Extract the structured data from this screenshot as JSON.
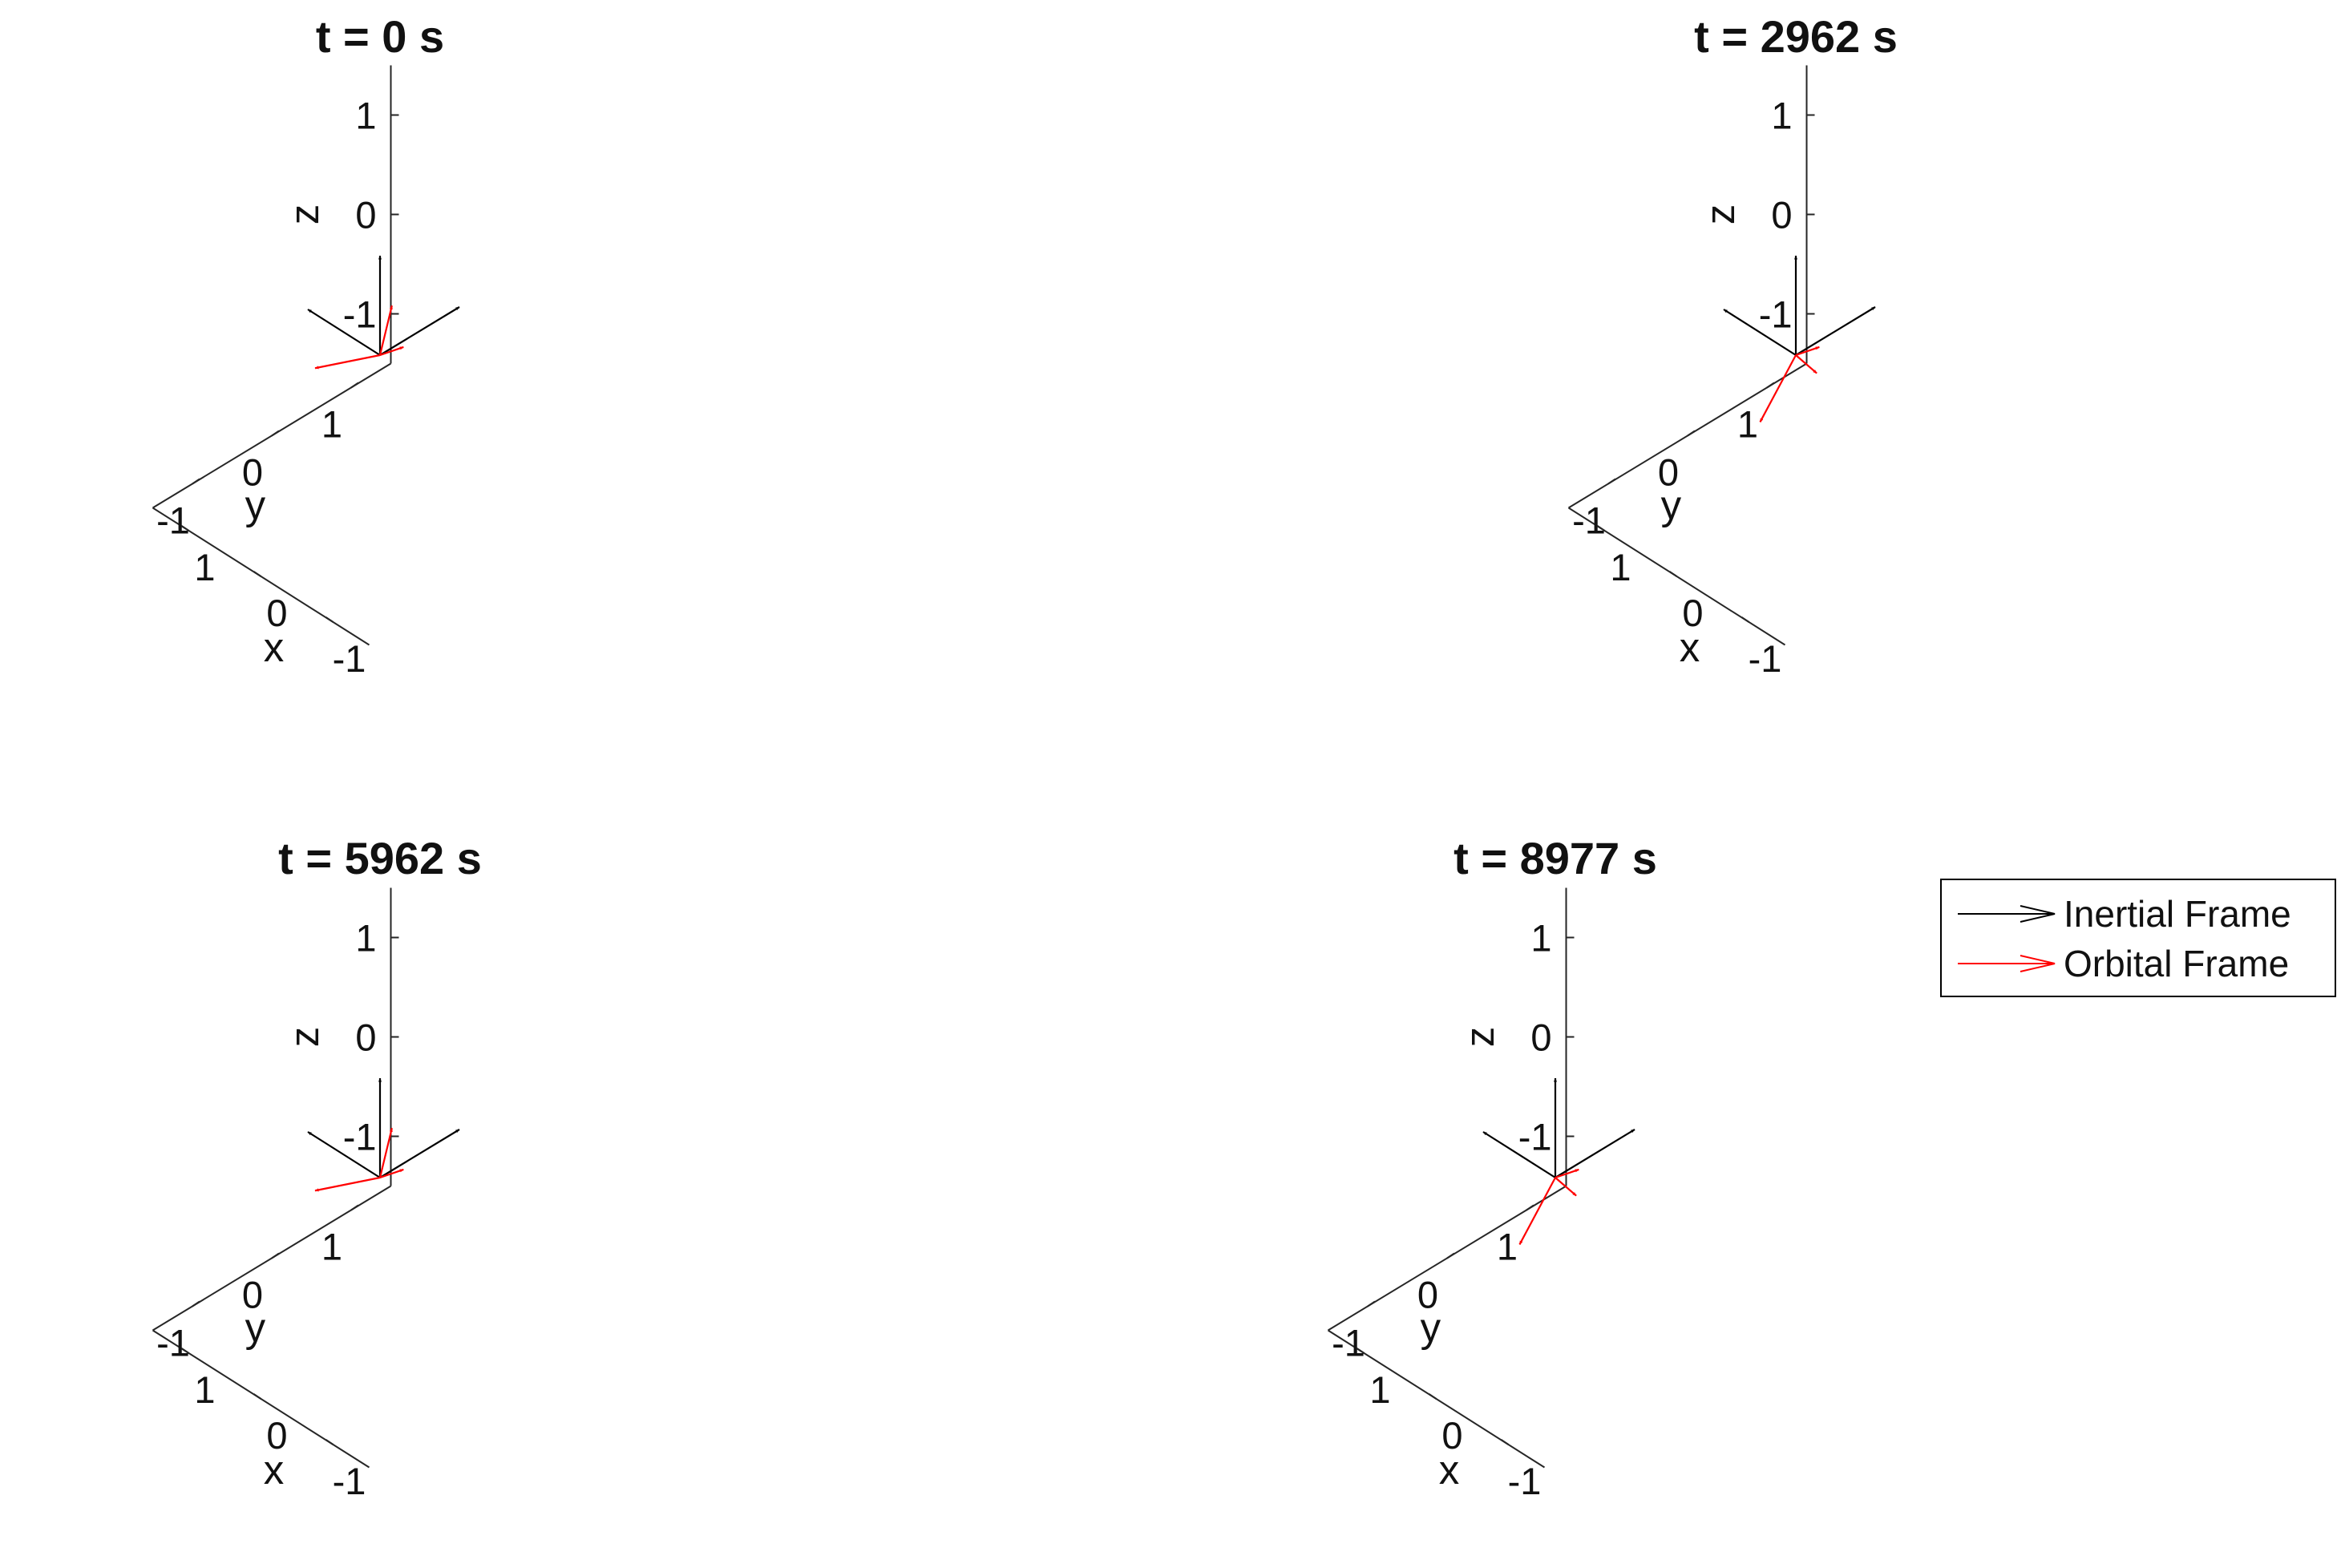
{
  "chart_data": {
    "type": "3d-quiver",
    "grid": false,
    "box": false,
    "xlabel": "x",
    "ylabel": "y",
    "zlabel": "z",
    "xlim": [
      -1.5,
      1.5
    ],
    "ylim": [
      -1.5,
      1.5
    ],
    "zlim": [
      -1.5,
      1.5
    ],
    "ticks": [
      "-1",
      "0",
      "1"
    ],
    "legend": {
      "placement": "right",
      "entries": [
        {
          "label": "Inertial Frame",
          "color": "#000000"
        },
        {
          "label": "Orbital Frame",
          "color": "#ff0000"
        }
      ]
    },
    "panels": [
      {
        "title": "t = 0 s",
        "inertial_frame": [
          [
            1,
            0,
            0
          ],
          [
            0,
            1,
            0
          ],
          [
            0,
            0,
            1
          ]
        ],
        "orbital_frame": [
          [
            -0.55,
            -0.35,
            0.92
          ],
          [
            0.62,
            0.86,
            -0.62
          ],
          [
            0.35,
            -0.5,
            -0.05
          ]
        ]
      },
      {
        "title": "t = 2962 s",
        "inertial_frame": [
          [
            1,
            0,
            0
          ],
          [
            0,
            1,
            0
          ],
          [
            0,
            0,
            1
          ]
        ],
        "orbital_frame": [
          [
            -0.4,
            -0.1,
            0.05
          ],
          [
            0.62,
            0.86,
            -0.62
          ],
          [
            0.55,
            0.05,
            -0.95
          ]
        ]
      },
      {
        "title": "t = 5962 s",
        "inertial_frame": [
          [
            1,
            0,
            0
          ],
          [
            0,
            1,
            0
          ],
          [
            0,
            0,
            1
          ]
        ],
        "orbital_frame": [
          [
            -0.55,
            -0.35,
            0.92
          ],
          [
            0.62,
            0.86,
            -0.62
          ],
          [
            0.35,
            -0.5,
            -0.05
          ]
        ]
      },
      {
        "title": "t = 8977 s",
        "inertial_frame": [
          [
            1,
            0,
            0
          ],
          [
            0,
            1,
            0
          ],
          [
            0,
            0,
            1
          ]
        ],
        "orbital_frame": [
          [
            -0.4,
            -0.1,
            0.05
          ],
          [
            0.62,
            0.86,
            -0.62
          ],
          [
            0.55,
            0.05,
            -0.95
          ]
        ]
      }
    ]
  }
}
